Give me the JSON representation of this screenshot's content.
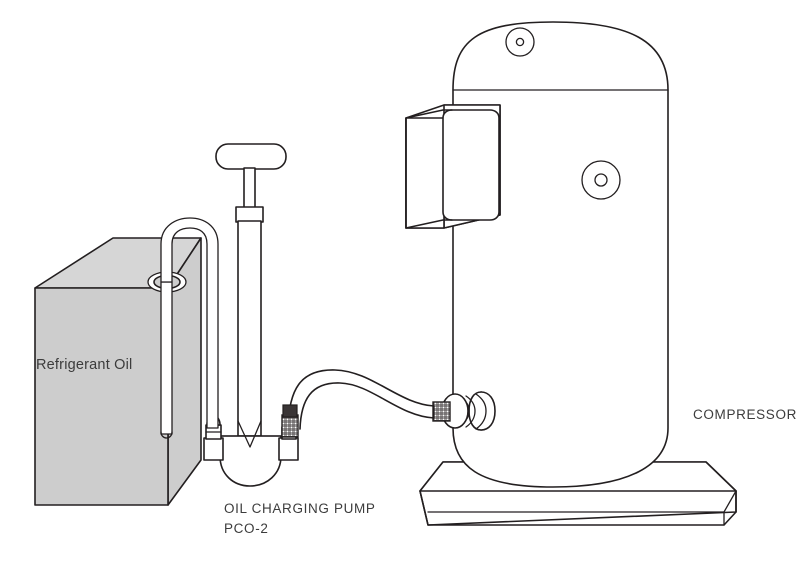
{
  "diagram": {
    "title": "Oil charging pump connection diagram",
    "background_color": "#ffffff",
    "line_color": "#231f20",
    "container_fill": "#cdcdcd",
    "label_color": "#3c3c3c"
  },
  "labels": {
    "oil_container": "Refrigerant Oil",
    "pump_name": "OIL CHARGING PUMP",
    "pump_model": "PCO-2",
    "compressor": "COMPRESSOR"
  },
  "components": [
    {
      "id": "oil-container",
      "name": "Refrigerant oil container",
      "label": "Refrigerant Oil",
      "shape": "isometric-box",
      "fill": "#cdcdcd"
    },
    {
      "id": "suction-tube",
      "name": "Suction tube",
      "shape": "u-bend-pipe",
      "fill": "#ffffff"
    },
    {
      "id": "oil-charging-pump",
      "name": "Oil charging pump PCO-2",
      "label": "OIL CHARGING PUMP PCO-2",
      "shape": "hand-pump",
      "fill": "#ffffff"
    },
    {
      "id": "discharge-hose",
      "name": "Discharge hose",
      "shape": "s-curve-hose",
      "fill": "#ffffff"
    },
    {
      "id": "compressor",
      "name": "Compressor",
      "label": "COMPRESSOR",
      "shape": "vertical-cylinder",
      "fill": "#ffffff"
    },
    {
      "id": "terminal-box",
      "name": "Compressor terminal box",
      "shape": "isometric-box",
      "fill": "#ffffff"
    },
    {
      "id": "base-plate",
      "name": "Compressor base plate",
      "shape": "isometric-plate",
      "fill": "#ffffff"
    }
  ]
}
